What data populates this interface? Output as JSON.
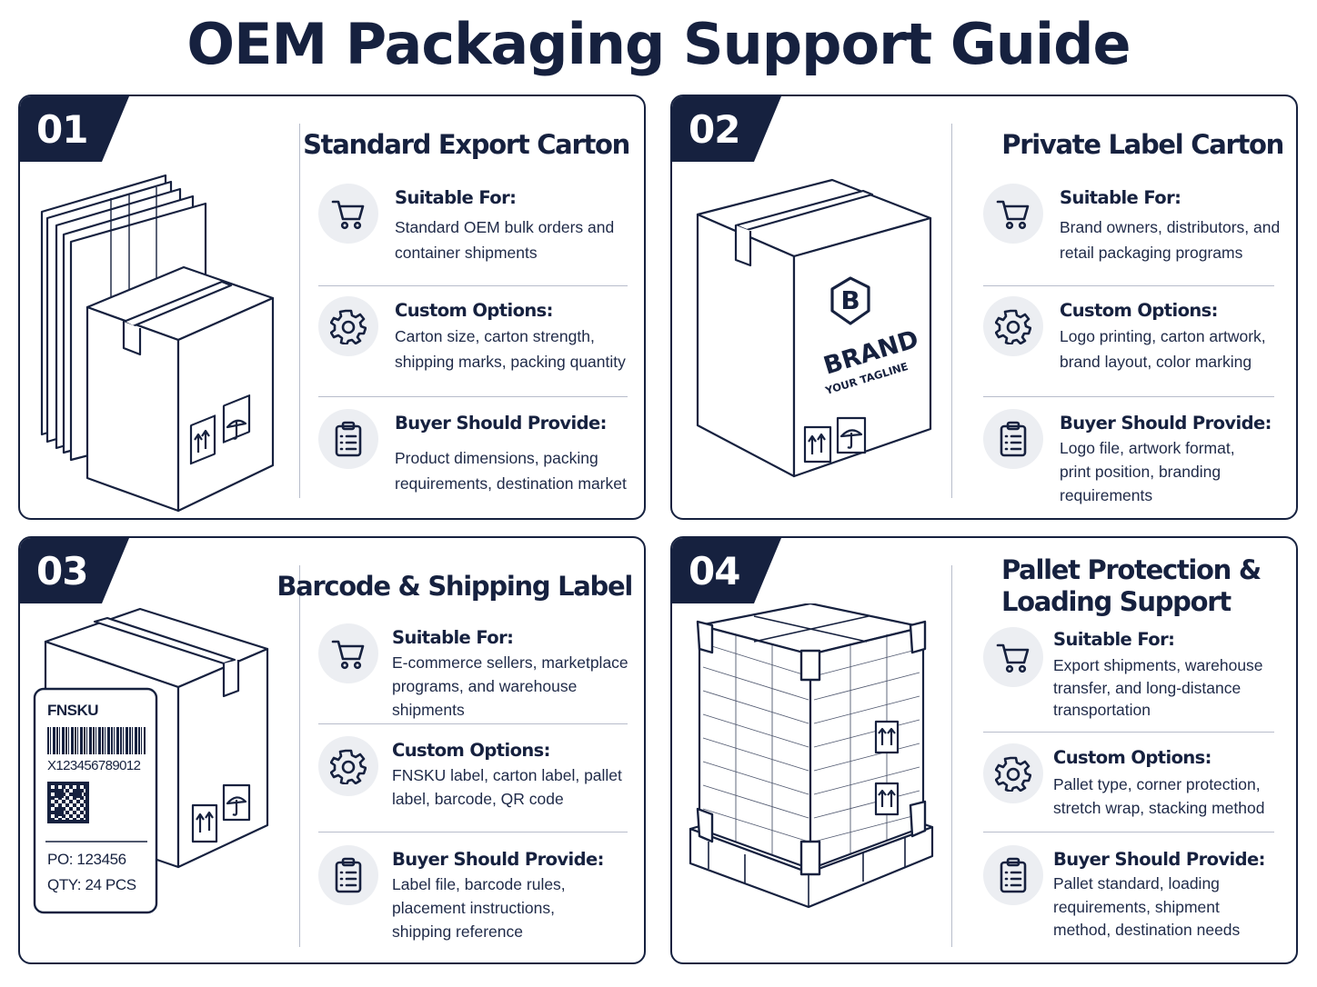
{
  "title": "OEM Packaging Support Guide",
  "colors": {
    "navy": "#16213f",
    "icon_bg": "#eceef2",
    "divider": "#b8bdcb"
  },
  "icons": {
    "suitable": "shopping-cart-icon",
    "custom": "gear-icon",
    "provide": "clipboard-checklist-icon"
  },
  "cards": [
    {
      "number": "01",
      "title": "Standard Export Carton",
      "suitable_label": "Suitable For:",
      "suitable_text": "Standard OEM bulk orders and container shipments",
      "custom_label": "Custom Options:",
      "custom_text": "Carton size, carton strength, shipping marks, packing quantity",
      "provide_label": "Buyer Should Provide:",
      "provide_text": "Product dimensions, packing requirements, destination market"
    },
    {
      "number": "02",
      "title": "Private Label Carton",
      "suitable_label": "Suitable For:",
      "suitable_text": "Brand owners, distributors, and retail packaging programs",
      "custom_label": "Custom Options:",
      "custom_text": "Logo printing, carton artwork, brand layout, color marking",
      "provide_label": "Buyer Should Provide:",
      "provide_text": "Logo file, artwork format, print position, branding requirements",
      "illustration": {
        "logo_letter": "B",
        "brand": "BRAND",
        "tagline": "YOUR TAGLINE"
      }
    },
    {
      "number": "03",
      "title": "Barcode & Shipping Label",
      "suitable_label": "Suitable For:",
      "suitable_text": "E-commerce sellers, marketplace programs, and warehouse shipments",
      "custom_label": "Custom Options:",
      "custom_text": "FNSKU label, carton label, pallet label, barcode, QR code",
      "provide_label": "Buyer Should Provide:",
      "provide_text": "Label file, barcode rules, placement instructions, shipping reference",
      "illustration": {
        "label_header": "FNSKU",
        "barcode_number": "X123456789012",
        "po": "PO: 123456",
        "qty": "QTY: 24 PCS"
      }
    },
    {
      "number": "04",
      "title": "Pallet Protection & Loading Support",
      "suitable_label": "Suitable For:",
      "suitable_text": "Export shipments, warehouse transfer, and long-distance transportation",
      "custom_label": "Custom Options:",
      "custom_text": "Pallet type, corner protection, stretch wrap, stacking method",
      "provide_label": "Buyer Should Provide:",
      "provide_text": "Pallet standard, loading requirements, shipment method, destination needs"
    }
  ]
}
